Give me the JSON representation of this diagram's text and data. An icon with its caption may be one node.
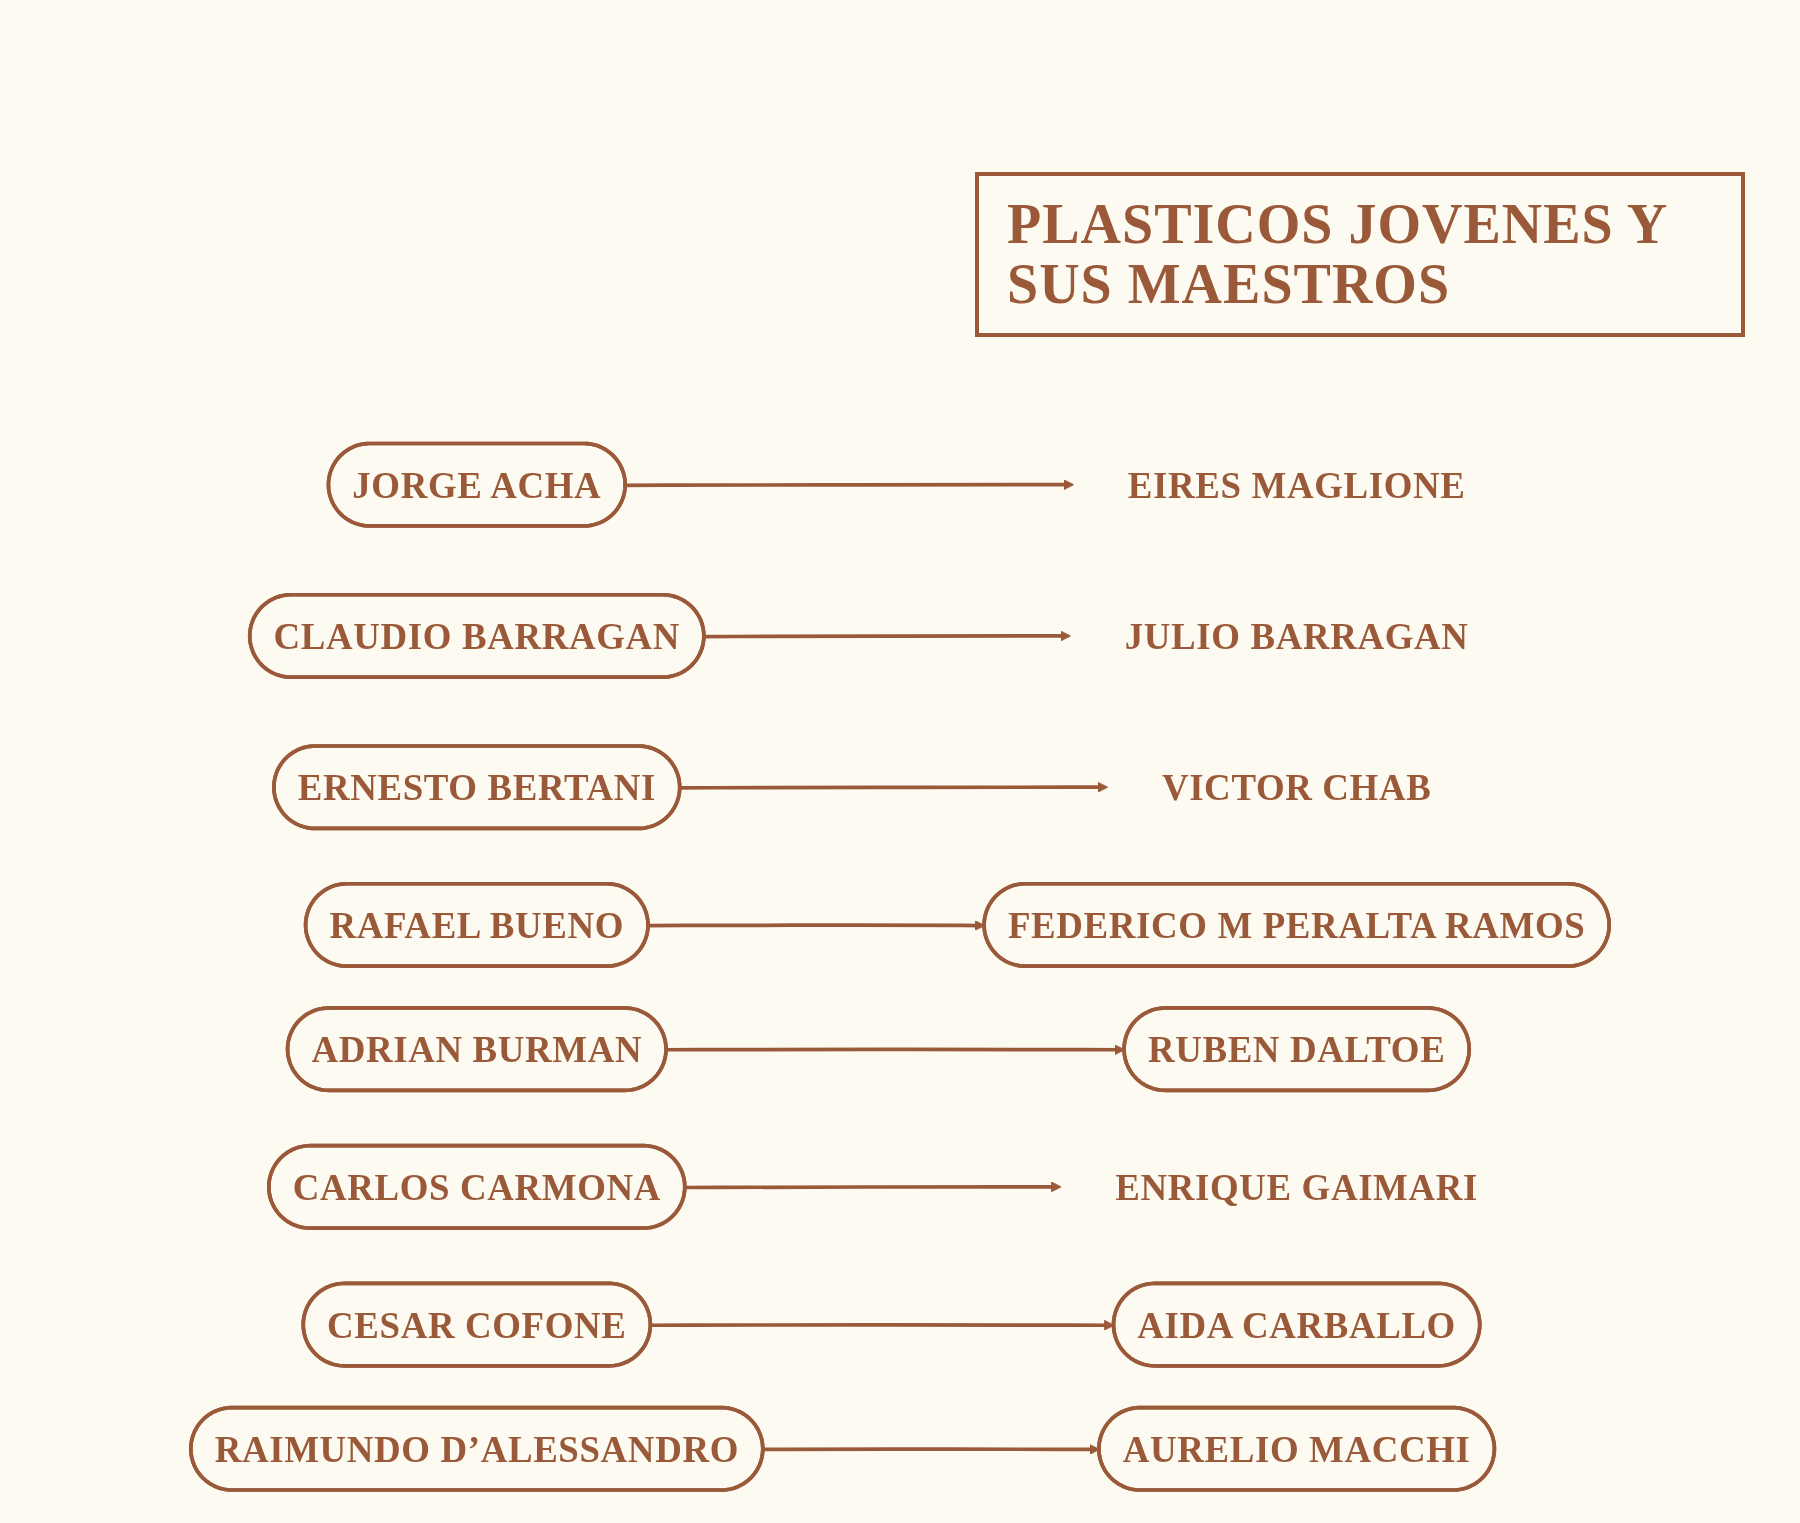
{
  "diagram": {
    "title": "PLASTICOS JOVENES Y SUS MAESTROS",
    "nodes": [
      {
        "text": [
          "JORGE ACHA"
        ]
      },
      {
        "text": [
          "EIRES MAGLIONE"
        ]
      },
      {
        "text": [
          "CLAUDIO BARRAGAN"
        ]
      },
      {
        "text": [
          "JULIO BARRAGAN"
        ]
      },
      {
        "text": [
          "ERNESTO BERTANI"
        ]
      },
      {
        "text": [
          "VICTOR CHAB"
        ]
      },
      {
        "text": [
          "RAFAEL BUENO"
        ]
      },
      {
        "text": [
          "FEDERICO M PERALTA RAMOS"
        ]
      },
      {
        "text": [
          "ADRIAN BURMAN"
        ]
      },
      {
        "text": [
          "RUBEN DALTOE"
        ]
      },
      {
        "text": [
          "CARLOS CARMONA"
        ]
      },
      {
        "text": [
          "ENRIQUE GAIMARI"
        ]
      },
      {
        "text": [
          "CESAR COFONE"
        ]
      },
      {
        "text": [
          "AIDA CARBALLO"
        ]
      },
      {
        "text": [
          "RAIMUNDO D’ALESSANDRO"
        ]
      },
      {
        "text": [
          "AURELIO MACCHI"
        ]
      }
    ],
    "edges": [
      {
        "from": 0,
        "to": 1,
        "arrow": "to"
      },
      {
        "from": 2,
        "to": 3,
        "arrow": "to"
      },
      {
        "from": 4,
        "to": 5,
        "arrow": "to"
      },
      {
        "from": 6,
        "to": 7,
        "arrow": "to"
      },
      {
        "from": 8,
        "to": 9,
        "arrow": "to"
      },
      {
        "from": 10,
        "to": 11,
        "arrow": "to"
      },
      {
        "from": 12,
        "to": 13,
        "arrow": "to"
      },
      {
        "from": 14,
        "to": 15,
        "arrow": "to"
      }
    ]
  }
}
